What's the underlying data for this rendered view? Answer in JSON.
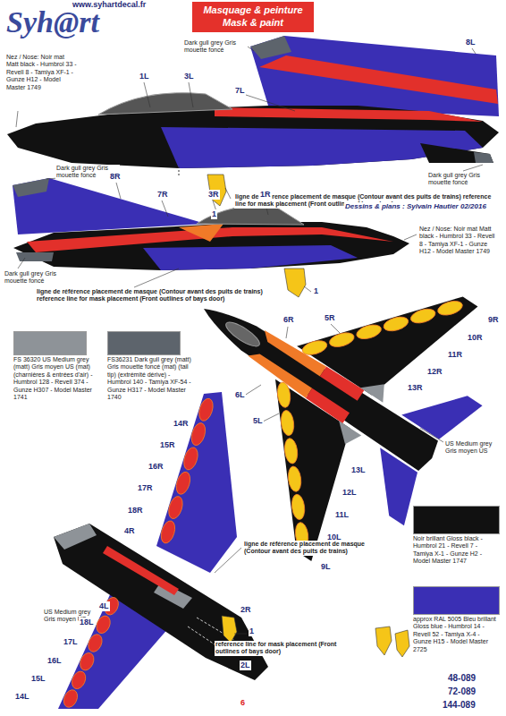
{
  "diagram": {
    "title": "Masquage & peinture Mask & paint",
    "labels": [
      "Syh@rt",
      "www.syhartdecal.fr",
      "Dark gull grey Gris mouette foncé",
      "8L",
      "1L",
      "3L",
      "7L",
      "Nez / Nose: Noir mat Matt black - Humbrol 33 - Revell 8 - Tamiya XF-1 - Gunze H12 - Model Master 1749",
      "Dark gull grey Gris mouette foncé",
      "ligne de référence placement de masque (Contour avant des puits de trains) reference line for mask placement (Front outlines of bays door)",
      "1",
      "Dark gull grey Gris mouette foncé",
      "8R",
      "7R",
      "3R",
      "1R",
      "Dessins & plans : Sylvain Hautier 02/2016",
      "Nez / Nose: Noir mat Matt black - Humbrol 33 - Revell 8 - Tamiya XF-1 - Gunze H12 - Model Master 1749",
      "Dark gull grey Gris mouette foncé",
      "ligne de référence placement de masque (Contour avant des puits de trains) reference line for mask placement (Front outlines of bays door)",
      "1",
      "9R",
      "10R",
      "11R",
      "12R",
      "13R",
      "5R",
      "6R",
      "US Medium grey Gris moyen US",
      "6L",
      "5L",
      "13L",
      "12L",
      "11L",
      "10L",
      "9L",
      "14R",
      "15R",
      "16R",
      "17R",
      "18R",
      "4R",
      "ligne de référence placement de masque (Contour avant des puits de trains)",
      "US Medium grey Gris moyen US",
      "4L",
      "2R",
      "18L",
      "1",
      "17L",
      "reference line for mask placement (Front outlines of bays door)",
      "2L",
      "16L",
      "15L",
      "14L",
      "6",
      "48-089",
      "72-089",
      "144-089"
    ],
    "legend": [
      {
        "text": "FS 36320 US Medium grey (matt) Gris moyen US (mat) (charnières & entrées d'air) - Humbrol 128 - Revell 374 - Gunze H307 - Model Master 1741",
        "color": "#8e9398"
      },
      {
        "text": "FS36231 Dark gull grey (matt) Gris mouette foncé (mat) (tail tip) (extrémité dérive) - Humbrol 140 - Tamiya XF-54 - Gunze H317 - Model Master 1740",
        "color": "#5d646c"
      },
      {
        "text": "Noir brillant Gloss black - Humbrol 21 - Revell 7 - Tamiya X-1 - Gunze H2 - Model Master 1747",
        "color": "#111111"
      },
      {
        "text": "approx RAL 5005 Bleu brillant Gloss blue - Humbrol 14 - Revell 52 - Tamiya X-4 - Gunze H15 - Model Master 2725",
        "color": "#3a2fb4"
      }
    ]
  }
}
